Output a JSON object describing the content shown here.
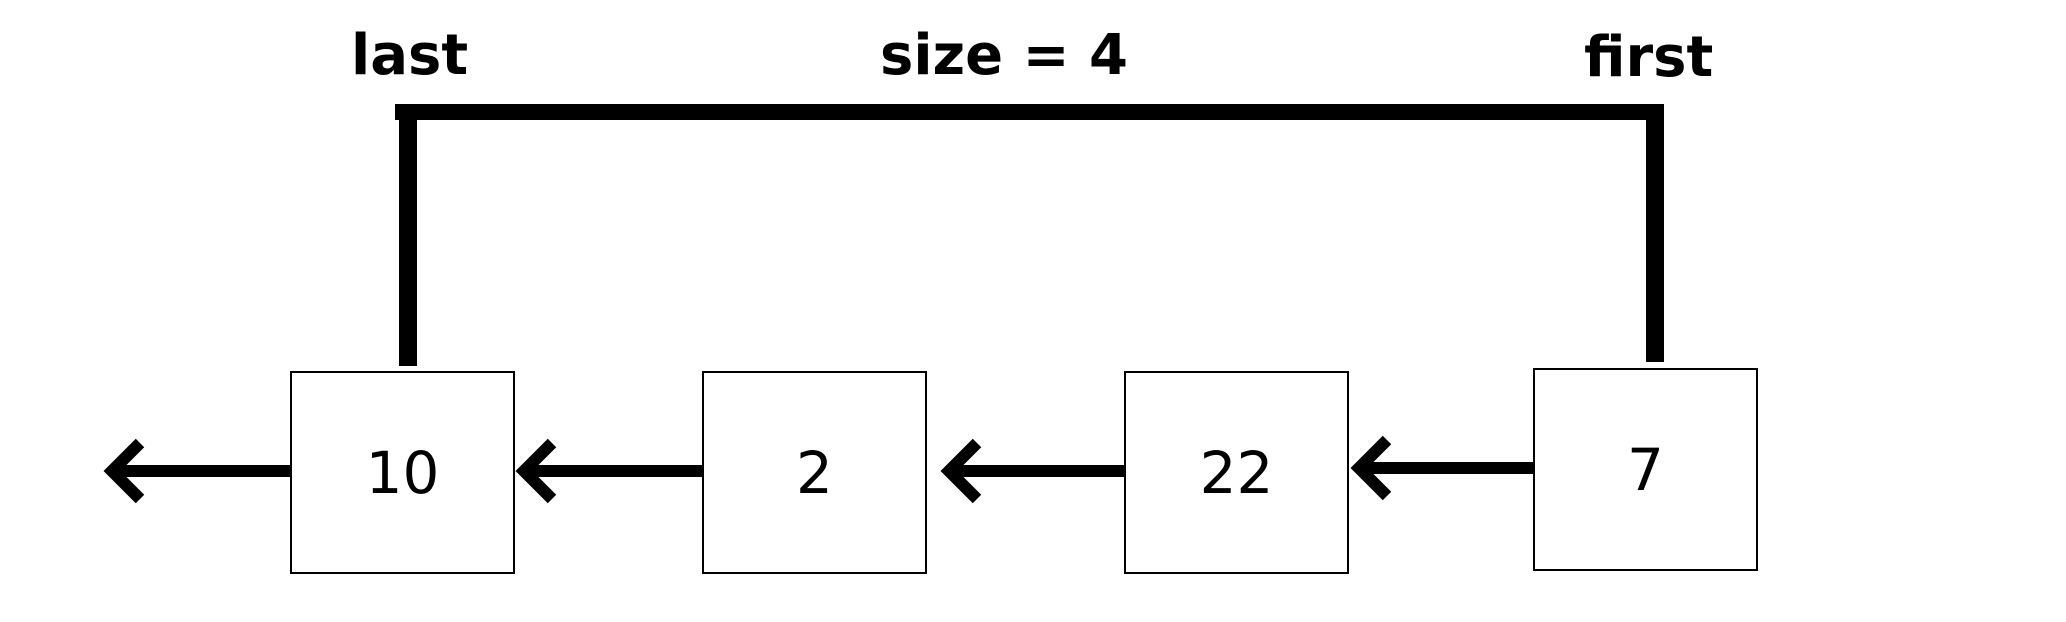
{
  "diagram": {
    "pointers": {
      "last_label": "last",
      "first_label": "first"
    },
    "size_label": "size = 4",
    "nodes": [
      {
        "value": "10"
      },
      {
        "value": "2"
      },
      {
        "value": "22"
      },
      {
        "value": "7"
      }
    ],
    "colors": {
      "stroke": "#000000",
      "background": "#ffffff"
    }
  }
}
